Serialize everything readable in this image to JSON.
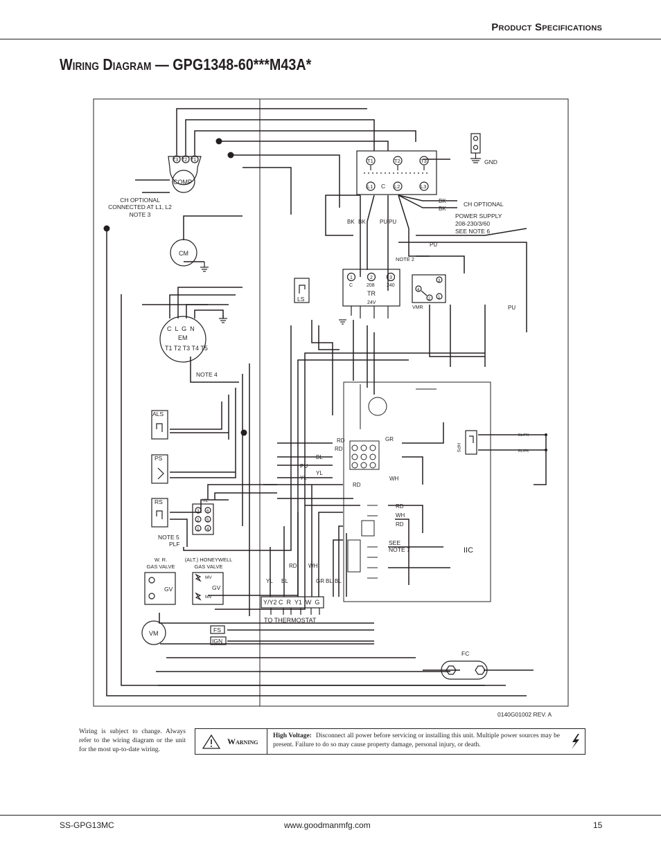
{
  "header": {
    "title": "Product Specifications"
  },
  "page_title": "Wiring Diagram — GPG1348-60***M43A*",
  "diagram": {
    "labels": {
      "comp": "COMP",
      "comp_t3": "T3",
      "comp_t2": "T2",
      "comp_t1": "T1",
      "ch_optional_note": [
        "CH OPTIONAL",
        "CONNECTED AT L1, L2",
        "NOTE 3"
      ],
      "cm": "CM",
      "em_pins_top": "C  L  G  N",
      "em": "EM",
      "em_pins_bottom": "T1 T2 T3 T4 T5",
      "note4": "NOTE 4",
      "contactor_t1": "T1",
      "contactor_t2": "T2",
      "contactor_t3": "T3",
      "contactor_l1": "L1",
      "contactor_c": "C",
      "contactor_l2": "L2",
      "contactor_l3": "L3",
      "gnd": "GND",
      "bk1": "BK",
      "bk2": "BK",
      "ch_optional": "CH OPTIONAL",
      "power_supply": [
        "POWER SUPPLY",
        "208-230/3/60",
        "SEE NOTE 6"
      ],
      "wire_bk_a": "BK",
      "wire_bk_b": "BK",
      "wire_pu_a": "PU",
      "wire_pu_b": "PU",
      "wire_pu_c": "PU",
      "wire_pu_d": "PU",
      "note2": "NOTE 2",
      "tr_1": "1",
      "tr_2": "2",
      "tr_3": "3",
      "tr_c": "C",
      "tr_208": "208",
      "tr_240": "240",
      "tr": "TR",
      "tr_24v": "24V",
      "ls": "LS",
      "vmr": "VMR",
      "vmr_3": "3",
      "vmr_4": "4",
      "vmr_2": "2",
      "vmr_1": "1",
      "als": "ALS",
      "ps": "PS",
      "rs": "RS",
      "plf_yl": "YL",
      "plf_3": "3",
      "plf_6": "6",
      "plf_2": "2",
      "plf_5": "5",
      "plf_1": "1",
      "plf_4": "4",
      "note5": [
        "NOTE 5",
        "PLF"
      ],
      "wr_gas_valve": [
        "W. R.",
        "GAS VALVE"
      ],
      "honeywell_gas_valve": [
        "(ALT.) HONEYWELL",
        "GAS VALVE"
      ],
      "gv1": "GV",
      "gv2": "GV",
      "mv1": "MV",
      "mv2": "MV",
      "vm": "VM",
      "fs": "FS",
      "ign": "IGN",
      "thermostat_terminals": "Y/Y2 C  R  Y1  W  G",
      "to_thermostat": "TO THERMOSTAT",
      "board_rd1": "RD",
      "board_rd2": "RD",
      "board_bl": "BL",
      "board_pu": "PU",
      "board_yl1": "YL",
      "board_yl2": "YL",
      "board_rd3": "RD",
      "board_gr": "GR",
      "board_wh1": "WH",
      "board_rd4": "RD",
      "board_wh2": "WH",
      "board_rd5": "RD",
      "wire_yl": "YL",
      "wire_bl": "BL",
      "wire_rd": "RD",
      "wire_wh": "WH",
      "wire_gr": "GR",
      "wire_bl2": "BL",
      "wire_bl3": "BL",
      "see_note7": [
        "SEE",
        "NOTE 7"
      ],
      "iic": "IIC",
      "hps": "HPS",
      "blpk1": "BL/PK",
      "blpk2": "BL/PK",
      "fc": "FC",
      "part_number": "0140G01002 REV. A"
    }
  },
  "disclaimer": "Wiring is subject to change. Always refer to the wiring diagram or the unit for the most up-to-date wiring.",
  "warning": {
    "label": "Warning",
    "heading": "High Voltage:",
    "text": "Disconnect all power before servicing or installing this unit. Multiple power sources may be present. Failure to do so may cause property damage, personal injury, or death."
  },
  "footer": {
    "left": "SS-GPG13MC",
    "center": "www.goodmanmfg.com",
    "page": "15"
  }
}
